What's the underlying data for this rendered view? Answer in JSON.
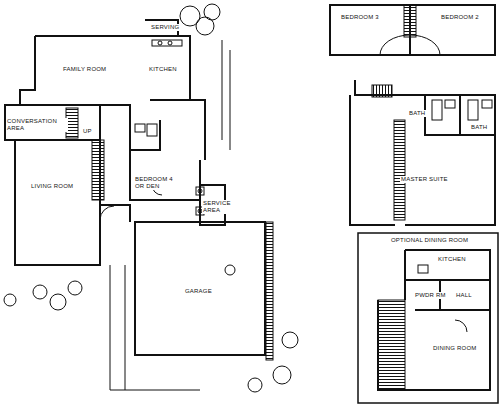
{
  "diagram": {
    "labels": [
      "SERVING",
      "FAMILY ROOM",
      "KITCHEN",
      "CONVERSATION AREA",
      "UP",
      "LIVING ROOM",
      "BEDROOM 4 OR DEN",
      "SERVICE AREA",
      "GARAGE",
      "BEDROOM 3",
      "BEDROOM 2",
      "BATH",
      "BATH",
      "MASTER SUITE",
      "OPTIONAL DINING ROOM",
      "KITCHEN",
      "PWDR RM",
      "HALL",
      "DINING ROOM"
    ]
  }
}
